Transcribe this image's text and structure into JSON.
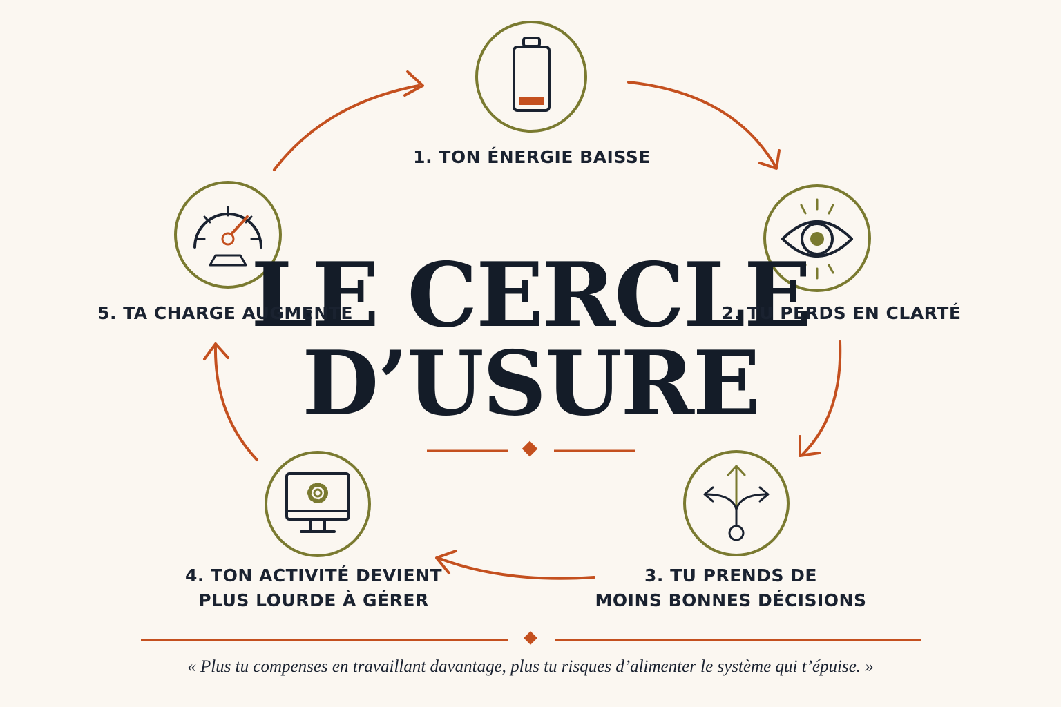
{
  "title": {
    "line1": "LE CERCLE",
    "line2": "D’USURE"
  },
  "steps": [
    {
      "label_lines": [
        "1. TON ÉNERGIE BAISSE"
      ],
      "icon": "battery-low-icon"
    },
    {
      "label_lines": [
        "2. TU PERDS EN CLARTÉ"
      ],
      "icon": "eye-icon"
    },
    {
      "label_lines": [
        "3. TU PRENDS DE",
        "MOINS BONNES DÉCISIONS"
      ],
      "icon": "branching-arrows-icon"
    },
    {
      "label_lines": [
        "4. TON ACTIVITÉ DEVIENT",
        "PLUS LOURDE À GÉRER"
      ],
      "icon": "monitor-gear-icon"
    },
    {
      "label_lines": [
        "5. TA CHARGE AUGMENTE"
      ],
      "icon": "gauge-icon"
    }
  ],
  "quote": "« Plus tu compenses en travaillant davantage, plus tu risques d’alimenter le système qui t’épuise. »",
  "colors": {
    "background": "#fbf7f1",
    "ink": "#1a2230",
    "accent": "#c4501f",
    "olive": "#7a7a30"
  }
}
